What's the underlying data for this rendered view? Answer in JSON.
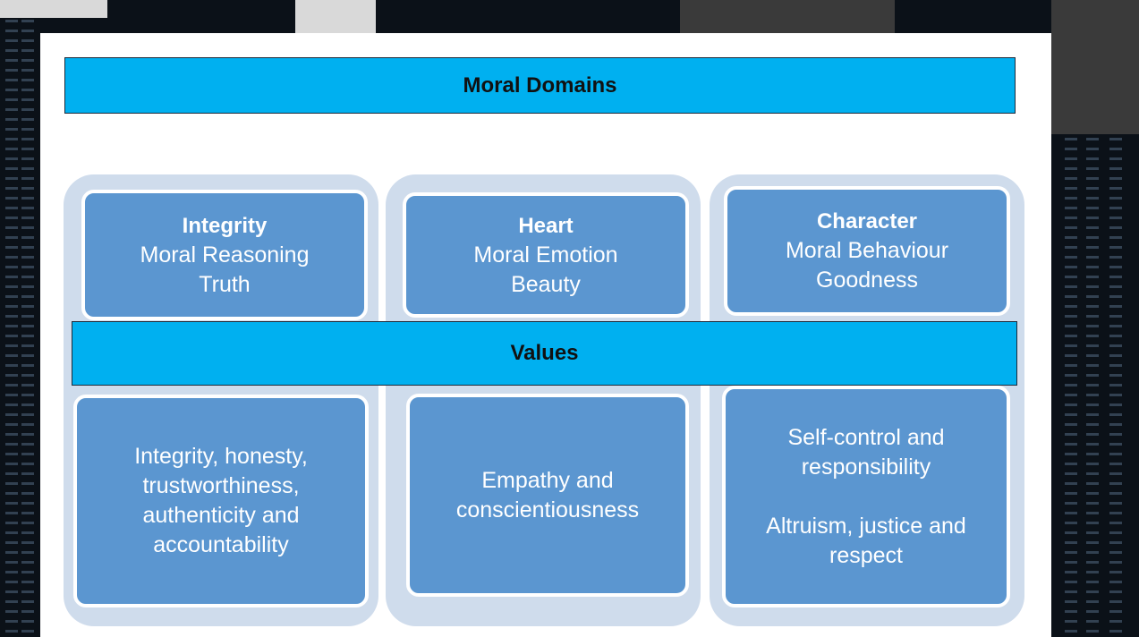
{
  "slide": {
    "title_bar": "Moral Domains",
    "values_bar": "Values",
    "domains": [
      {
        "heading": "Integrity",
        "line1": "Moral Reasoning",
        "line2": "Truth"
      },
      {
        "heading": "Heart",
        "line1": "Moral Emotion",
        "line2": "Beauty"
      },
      {
        "heading": "Character",
        "line1": "Moral Behaviour",
        "line2": "Goodness"
      }
    ],
    "values": [
      {
        "lines": [
          "Integrity, honesty,",
          "trustworthiness,",
          "authenticity and",
          "accountability"
        ]
      },
      {
        "lines": [
          "Empathy and",
          "conscientiousness"
        ]
      },
      {
        "lines": [
          "Self-control and",
          "responsibility",
          "Altruism, justice and",
          "respect"
        ]
      }
    ]
  },
  "colors": {
    "bar_fill": "#00b0f0",
    "box_fill": "#5b96d0",
    "column_fill": "#cfdcec",
    "slide_bg": "#ffffff",
    "backdrop": "#0b1118"
  }
}
